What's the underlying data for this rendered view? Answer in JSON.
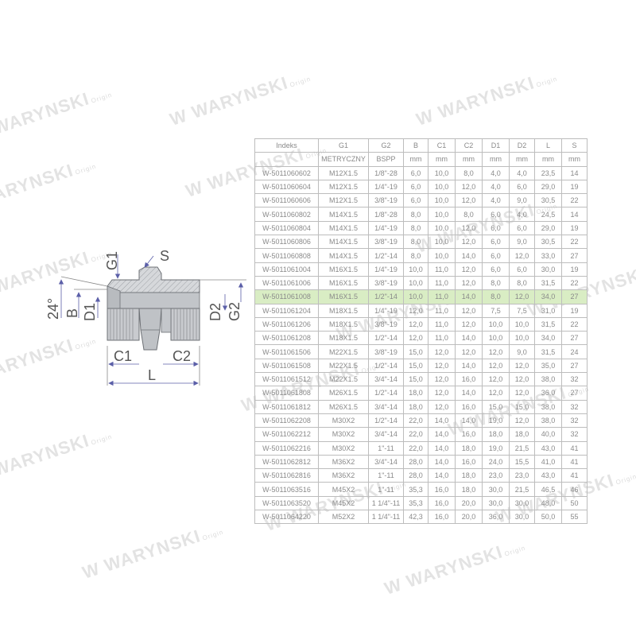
{
  "watermark": {
    "brand": "WARYNSKI",
    "sub": "Origin"
  },
  "drawing": {
    "labels": {
      "g1": "G1",
      "s": "S",
      "angle": "24°",
      "b": "B",
      "d1": "D1",
      "d2": "D2",
      "g2": "G2",
      "c1": "C1",
      "c2": "C2",
      "l": "L"
    },
    "colors": {
      "dimension": "#5b5fa8",
      "body": "#c9cbcf",
      "hatch": "#9ea1a6",
      "outline": "#6d7075"
    }
  },
  "table": {
    "header": [
      "Indeks",
      "G1",
      "G2",
      "B",
      "C1",
      "C2",
      "D1",
      "D2",
      "L",
      "S"
    ],
    "units": [
      "",
      "METRYCZNY",
      "BSPP",
      "mm",
      "mm",
      "mm",
      "mm",
      "mm",
      "mm",
      "mm"
    ],
    "highlight_index": 9,
    "highlight_color": "#d9edc4",
    "rows": [
      [
        "W-5011060602",
        "M12X1.5",
        "1/8\"-28",
        "6,0",
        "10,0",
        "8,0",
        "4,0",
        "4,0",
        "23,5",
        "14"
      ],
      [
        "W-5011060604",
        "M12X1.5",
        "1/4\"-19",
        "6,0",
        "10,0",
        "12,0",
        "4,0",
        "6,0",
        "29,0",
        "19"
      ],
      [
        "W-5011060606",
        "M12X1.5",
        "3/8\"-19",
        "6,0",
        "10,0",
        "12,0",
        "4,0",
        "9,0",
        "30,5",
        "22"
      ],
      [
        "W-5011060802",
        "M14X1.5",
        "1/8\"-28",
        "8,0",
        "10,0",
        "8,0",
        "6,0",
        "4,0",
        "24,5",
        "14"
      ],
      [
        "W-5011060804",
        "M14X1.5",
        "1/4\"-19",
        "8,0",
        "10,0",
        "12,0",
        "6,0",
        "6,0",
        "29,0",
        "19"
      ],
      [
        "W-5011060806",
        "M14X1.5",
        "3/8\"-19",
        "8,0",
        "10,0",
        "12,0",
        "6,0",
        "9,0",
        "30,5",
        "22"
      ],
      [
        "W-5011060808",
        "M14X1.5",
        "1/2\"-14",
        "8,0",
        "10,0",
        "14,0",
        "6,0",
        "12,0",
        "33,0",
        "27"
      ],
      [
        "W-5011061004",
        "M16X1.5",
        "1/4\"-19",
        "10,0",
        "11,0",
        "12,0",
        "6,0",
        "6,0",
        "30,0",
        "19"
      ],
      [
        "W-5011061006",
        "M16X1.5",
        "3/8\"-19",
        "10,0",
        "11,0",
        "12,0",
        "8,0",
        "8,0",
        "31,5",
        "22"
      ],
      [
        "W-5011061008",
        "M16X1.5",
        "1/2\"-14",
        "10,0",
        "11,0",
        "14,0",
        "8,0",
        "12,0",
        "34,0",
        "27"
      ],
      [
        "W-5011061204",
        "M18X1.5",
        "1/4\"-19",
        "12,0",
        "11,0",
        "12,0",
        "7,5",
        "7,5",
        "31,0",
        "19"
      ],
      [
        "W-5011061206",
        "M18X1.5",
        "3/8\"-19",
        "12,0",
        "11,0",
        "12,0",
        "10,0",
        "10,0",
        "31,5",
        "22"
      ],
      [
        "W-5011061208",
        "M18X1.5",
        "1/2\"-14",
        "12,0",
        "11,0",
        "14,0",
        "10,0",
        "10,0",
        "34,0",
        "27"
      ],
      [
        "W-5011061506",
        "M22X1.5",
        "3/8\"-19",
        "15,0",
        "12,0",
        "12,0",
        "12,0",
        "9,0",
        "31,5",
        "24"
      ],
      [
        "W-5011061508",
        "M22X1.5",
        "1/2\"-14",
        "15,0",
        "12,0",
        "14,0",
        "12,0",
        "12,0",
        "35,0",
        "27"
      ],
      [
        "W-5011061512",
        "M22X1.5",
        "3/4\"-14",
        "15,0",
        "12,0",
        "16,0",
        "12,0",
        "12,0",
        "38,0",
        "32"
      ],
      [
        "W-5011061808",
        "M26X1.5",
        "1/2\"-14",
        "18,0",
        "12,0",
        "14,0",
        "12,0",
        "12,0",
        "36,0",
        "27"
      ],
      [
        "W-5011061812",
        "M26X1.5",
        "3/4\"-14",
        "18,0",
        "12,0",
        "16,0",
        "15,0",
        "15,0",
        "38,0",
        "32"
      ],
      [
        "W-5011062208",
        "M30X2",
        "1/2\"-14",
        "22,0",
        "14,0",
        "14,0",
        "19,0",
        "12,0",
        "38,0",
        "32"
      ],
      [
        "W-5011062212",
        "M30X2",
        "3/4\"-14",
        "22,0",
        "14,0",
        "16,0",
        "18,0",
        "18,0",
        "40,0",
        "32"
      ],
      [
        "W-5011062216",
        "M30X2",
        "1\"-11",
        "22,0",
        "14,0",
        "18,0",
        "19,0",
        "21,5",
        "43,0",
        "41"
      ],
      [
        "W-5011062812",
        "M36X2",
        "3/4\"-14",
        "28,0",
        "14,0",
        "16,0",
        "24,0",
        "15,5",
        "41,0",
        "41"
      ],
      [
        "W-5011062816",
        "M36X2",
        "1\"-11",
        "28,0",
        "14,0",
        "18,0",
        "23,0",
        "23,0",
        "43,0",
        "41"
      ],
      [
        "W-5011063516",
        "M45X2",
        "1\"-11",
        "35,3",
        "16,0",
        "18,0",
        "30,0",
        "21,5",
        "46,5",
        "46"
      ],
      [
        "W-5011063520",
        "M45X2",
        "1 1/4\"-11",
        "35,3",
        "16,0",
        "20,0",
        "30,0",
        "30,0",
        "48,0",
        "50"
      ],
      [
        "W-5011064220",
        "M52X2",
        "1 1/4\"-11",
        "42,3",
        "16,0",
        "20,0",
        "36,0",
        "30,0",
        "50,0",
        "55"
      ]
    ]
  }
}
